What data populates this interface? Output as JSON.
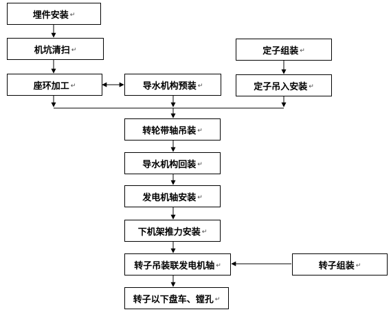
{
  "boxes": {
    "embedded": "埋件安装",
    "pit_clean": "机坑清扫",
    "seat_ring": "座环加工",
    "guide_pre": "导水机构预装",
    "stator_asm": "定子组装",
    "stator_lift": "定子吊入安装",
    "runner_lift": "转轮带轴吊装",
    "guide_back": "导水机构回装",
    "gen_shaft": "发电机轴安装",
    "lower_frame": "下机架推力安装",
    "rotor_lift": "转子吊装联发电机轴",
    "rotor_asm": "转子组装",
    "rotor_below": "转子以下盘车、镗孔"
  },
  "paragraph_mark": "↵"
}
